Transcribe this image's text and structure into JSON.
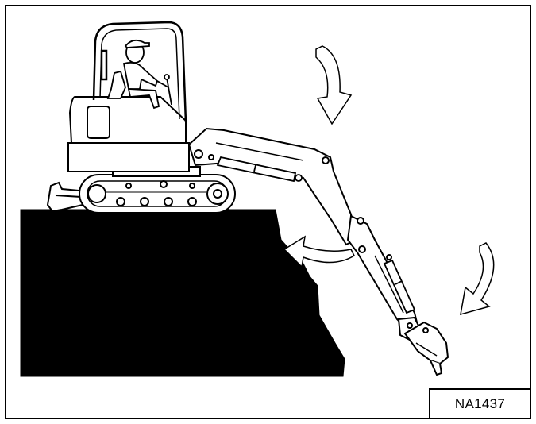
{
  "figure": {
    "label": "NA1437"
  },
  "icons": {
    "machine": "excavator-illustration",
    "terrain": "cliff-ledge",
    "rotation_arrows": [
      "curved-arrow-boom",
      "curved-arrow-arm",
      "curved-arrow-bucket"
    ]
  },
  "colors": {
    "line": "#000000",
    "fill": "#ffffff",
    "ground": "#000000"
  }
}
